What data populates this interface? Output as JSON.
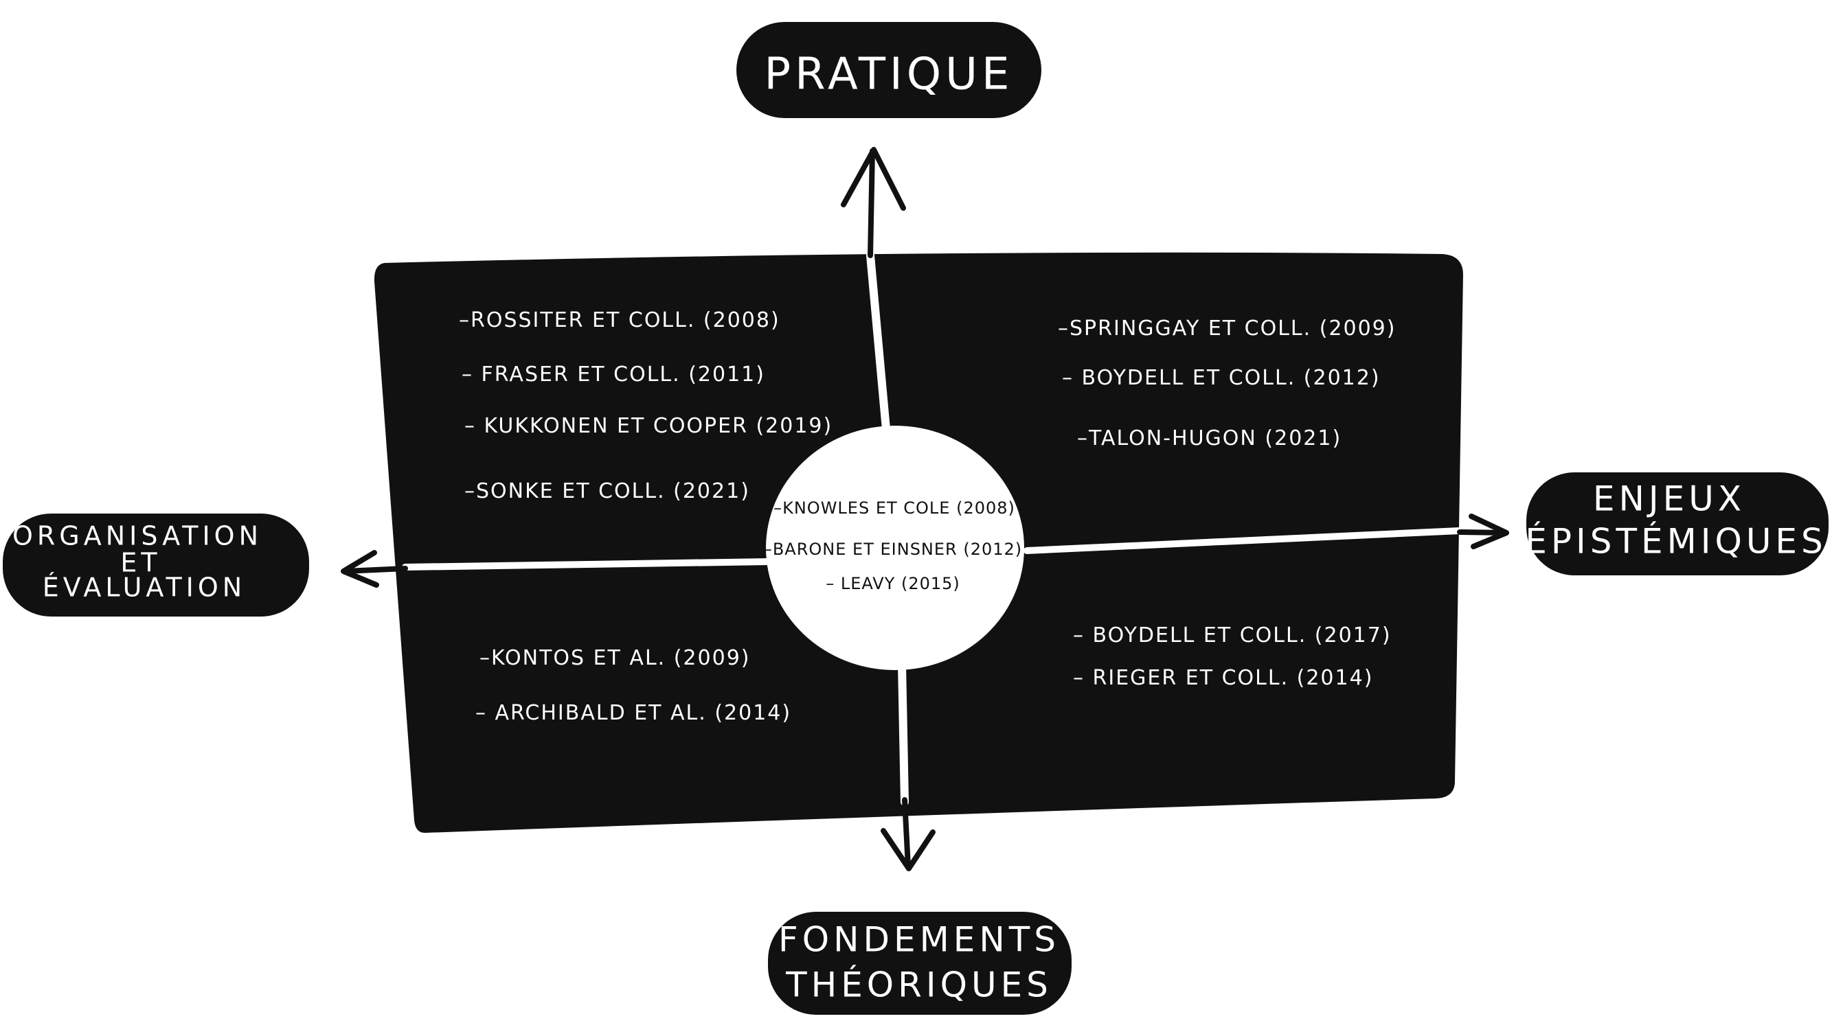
{
  "axes": {
    "top": "PRATIQUE",
    "bottom": [
      "FONDEMENTS",
      "THÉORIQUES"
    ],
    "left": [
      "ORGANISATION",
      "ET",
      "ÉVALUATION"
    ],
    "right": [
      "ENJEUX",
      "ÉPISTÉMIQUES"
    ]
  },
  "quadrants": {
    "top_left": [
      "–ROSSITER ET COLL. (2008)",
      "– FRASER ET COLL. (2011)",
      "– KUKKONEN ET COOPER (2019)",
      "–SONKE ET COLL. (2021)"
    ],
    "top_right": [
      "–SPRINGGAY ET COLL. (2009)",
      "– BOYDELL ET COLL. (2012)",
      "–TALON-HUGON (2021)"
    ],
    "bottom_left": [
      "–KONTOS ET AL. (2009)",
      "– ARCHIBALD ET AL. (2014)"
    ],
    "bottom_right": [
      "– BOYDELL ET COLL. (2017)",
      "– RIEGER ET COLL. (2014)"
    ]
  },
  "center": [
    "–KNOWLES ET COLE (2008)",
    "–BARONE ET EINSNER (2012)",
    "– LEAVY (2015)"
  ],
  "colors": {
    "ink": "#111111",
    "paper": "#ffffff"
  }
}
